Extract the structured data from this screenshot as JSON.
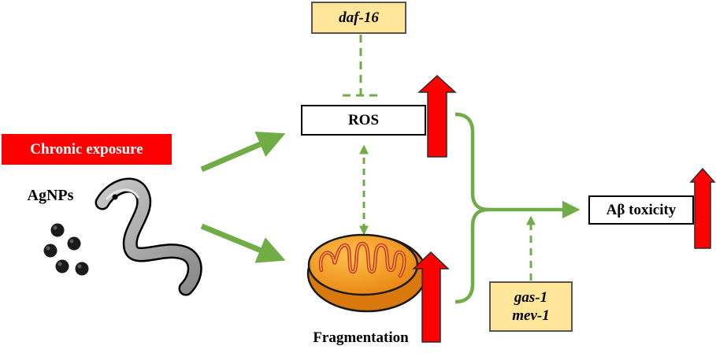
{
  "labels": {
    "exposure": "Chronic exposure",
    "agnps": "AgNPs",
    "daf16": "daf-16",
    "ros": "ROS",
    "fragmentation": "Fragmentation",
    "gas1": "gas-1",
    "mev1": "mev-1",
    "abeta": "Aβ toxicity"
  },
  "colors": {
    "arrow_green": "#70ad47",
    "increase_red": "#ff0000",
    "gene_fill": "#ffe699",
    "mito_orange": "#f59b1a"
  },
  "icons": [
    "worm-icon",
    "nanoparticle-icon",
    "mitochondrion-icon",
    "up-arrow-icon"
  ]
}
